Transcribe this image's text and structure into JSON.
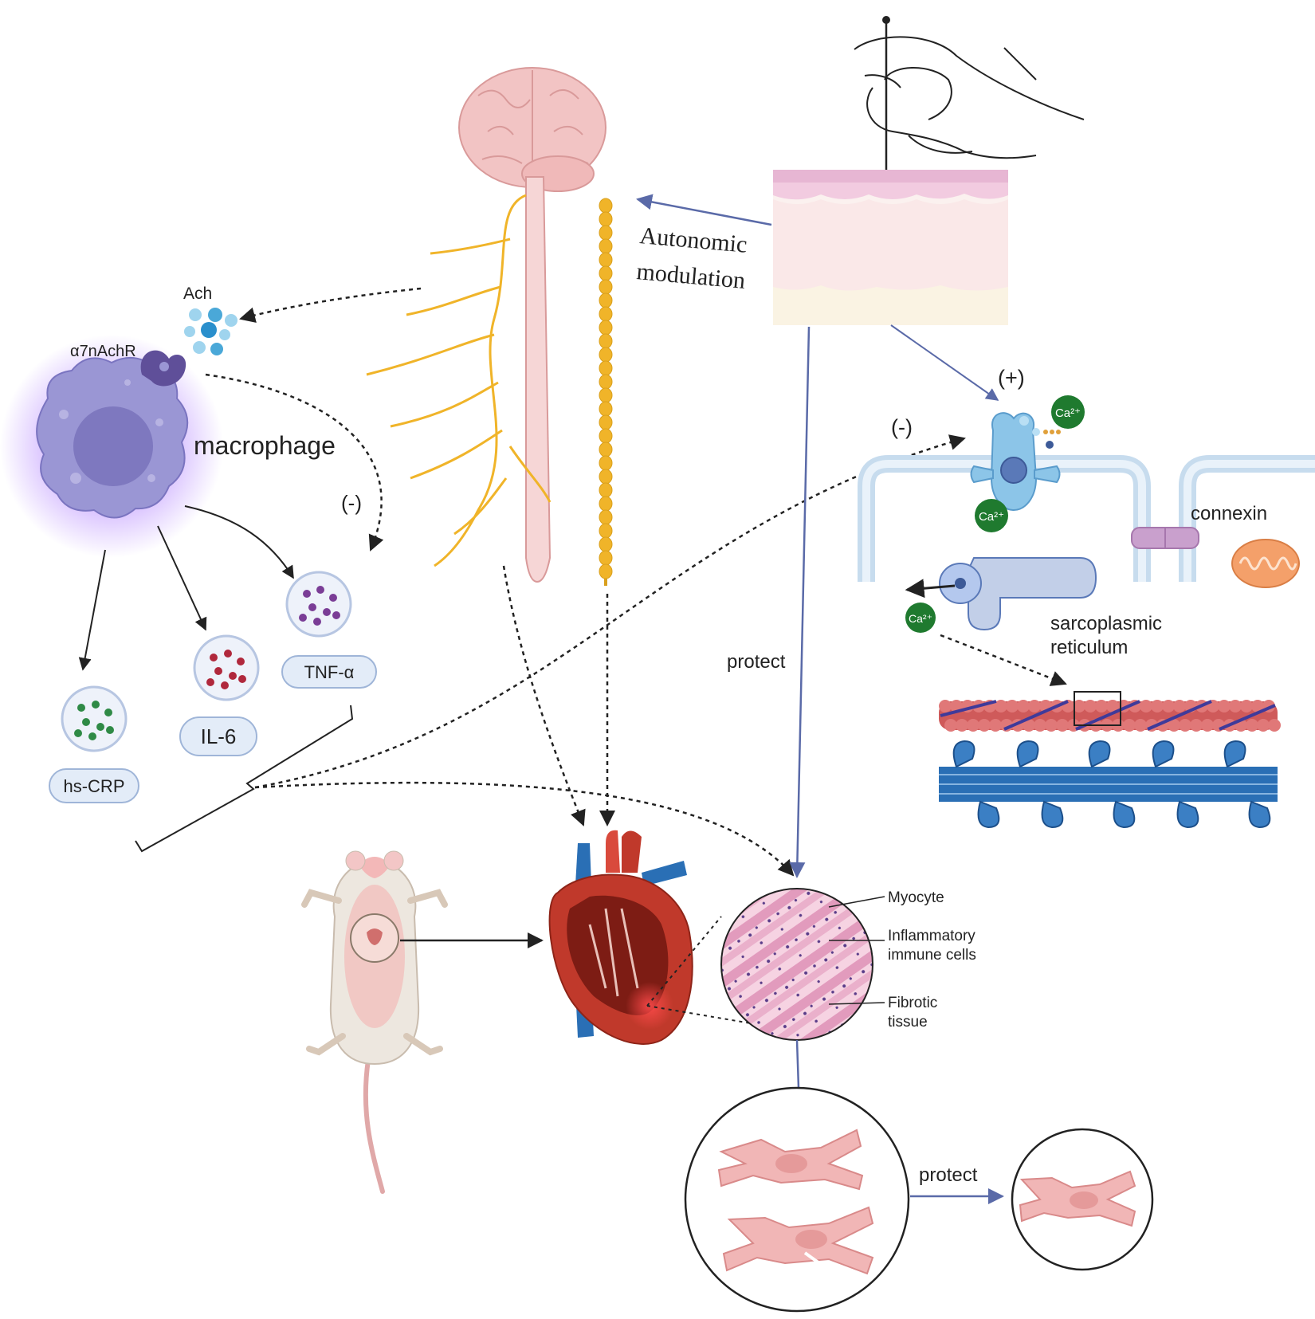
{
  "labels": {
    "ach": "Ach",
    "receptor": "α7nAchR",
    "macrophage": "macrophage",
    "neg_inflam": "(-)",
    "tnf": "TNF-α",
    "il6": "IL-6",
    "hscrp": "hs-CRP",
    "autonomic_line1": "Autonomic",
    "autonomic_line2": "modulation",
    "plus": "(+)",
    "neg_channel": "(-)",
    "ca_1": "Ca²⁺",
    "ca_2": "Ca²⁺",
    "ca_3": "Ca²⁺",
    "connexin": "connexin",
    "sr_line1": "sarcoplasmic",
    "sr_line2": "reticulum",
    "protect_vertical": "protect",
    "myocyte": "Myocyte",
    "inflam_line1": "Inflammatory",
    "inflam_line2": "immune cells",
    "fibrotic_line1": "Fibrotic",
    "fibrotic_line2": "tissue",
    "protect_bottom": "protect"
  },
  "colors": {
    "nerve": "#f0b429",
    "brain": "#f2c4c4",
    "macrophage": "#9a96d4",
    "macrophage_glow": "#c9a8ff",
    "blue_arrow": "#5a6aa8",
    "tnf_dots": "#7a3d96",
    "il6_dots": "#b0283c",
    "crp_dots": "#2f8a46",
    "ach_dots": "#4aa8d8",
    "calcium": "#1f7a2f",
    "membrane": "#c7dcee",
    "heart_red": "#c0392b",
    "heart_vessel_blue": "#2a6fb5",
    "myocyte_pink": "#f1b6b6",
    "histology_pink": "#e9a7c4",
    "mito": "#f4a06a"
  },
  "icons": [
    "brain-icon",
    "spinal-cord-icon",
    "acupuncture-hand-icon",
    "skin-layers-icon",
    "macrophage-icon",
    "receptor-icon",
    "calcium-channel-icon",
    "connexin-icon",
    "mitochondrion-icon",
    "sarcoplasmic-reticulum-icon",
    "myofilament-icon",
    "mouse-icon",
    "heart-icon",
    "histology-icon",
    "cardiomyocyte-icon"
  ]
}
